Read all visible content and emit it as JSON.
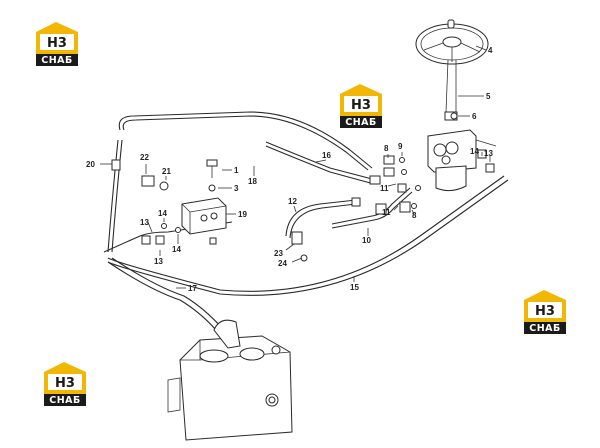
{
  "watermark": {
    "h3": "H3",
    "word": "СНАБ",
    "accent": "#f2b705",
    "dark": "#1a1a1a"
  },
  "callouts": {
    "p1": "1",
    "p3": "3",
    "p4": "4",
    "p5": "5",
    "p6": "6",
    "p8a": "8",
    "p8b": "8",
    "p9": "9",
    "p10": "10",
    "p11a": "11",
    "p11b": "11",
    "p12": "12",
    "p13a": "13",
    "p13b": "13",
    "p13c": "13",
    "p14a": "14",
    "p14b": "14",
    "p14c": "14",
    "p15": "15",
    "p16": "16",
    "p17": "17",
    "p18": "18",
    "p19": "19",
    "p20": "20",
    "p21": "21",
    "p22": "22",
    "p23": "23",
    "p24": "24"
  }
}
